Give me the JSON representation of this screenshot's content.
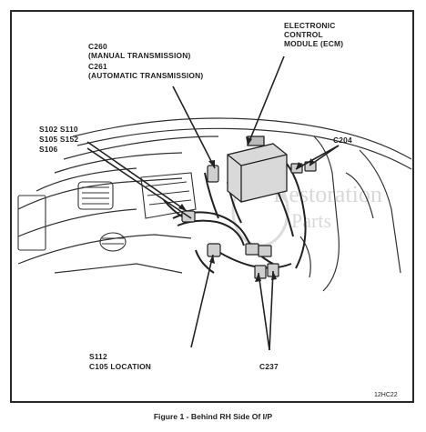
{
  "labels": {
    "ecm_line1": "ELECTRONIC",
    "ecm_line2": "CONTROL",
    "ecm_line3": "MODULE (ECM)",
    "c260": "C260",
    "manual": "(MANUAL TRANSMISSION)",
    "c261": "C261",
    "automatic": "(AUTOMATIC TRANSMISSION)",
    "splices_line1": "S102  S110",
    "splices_line2": "S105  S152",
    "splices_line3": "S106",
    "c204": "C204",
    "s112": "S112",
    "c105": "C105 LOCATION",
    "c237": "C237"
  },
  "watermark": {
    "line1": "Restoration",
    "line2": "Parts"
  },
  "figure_code": "12HC22",
  "caption": "Figure 1 - Behind RH Side Of I/P"
}
